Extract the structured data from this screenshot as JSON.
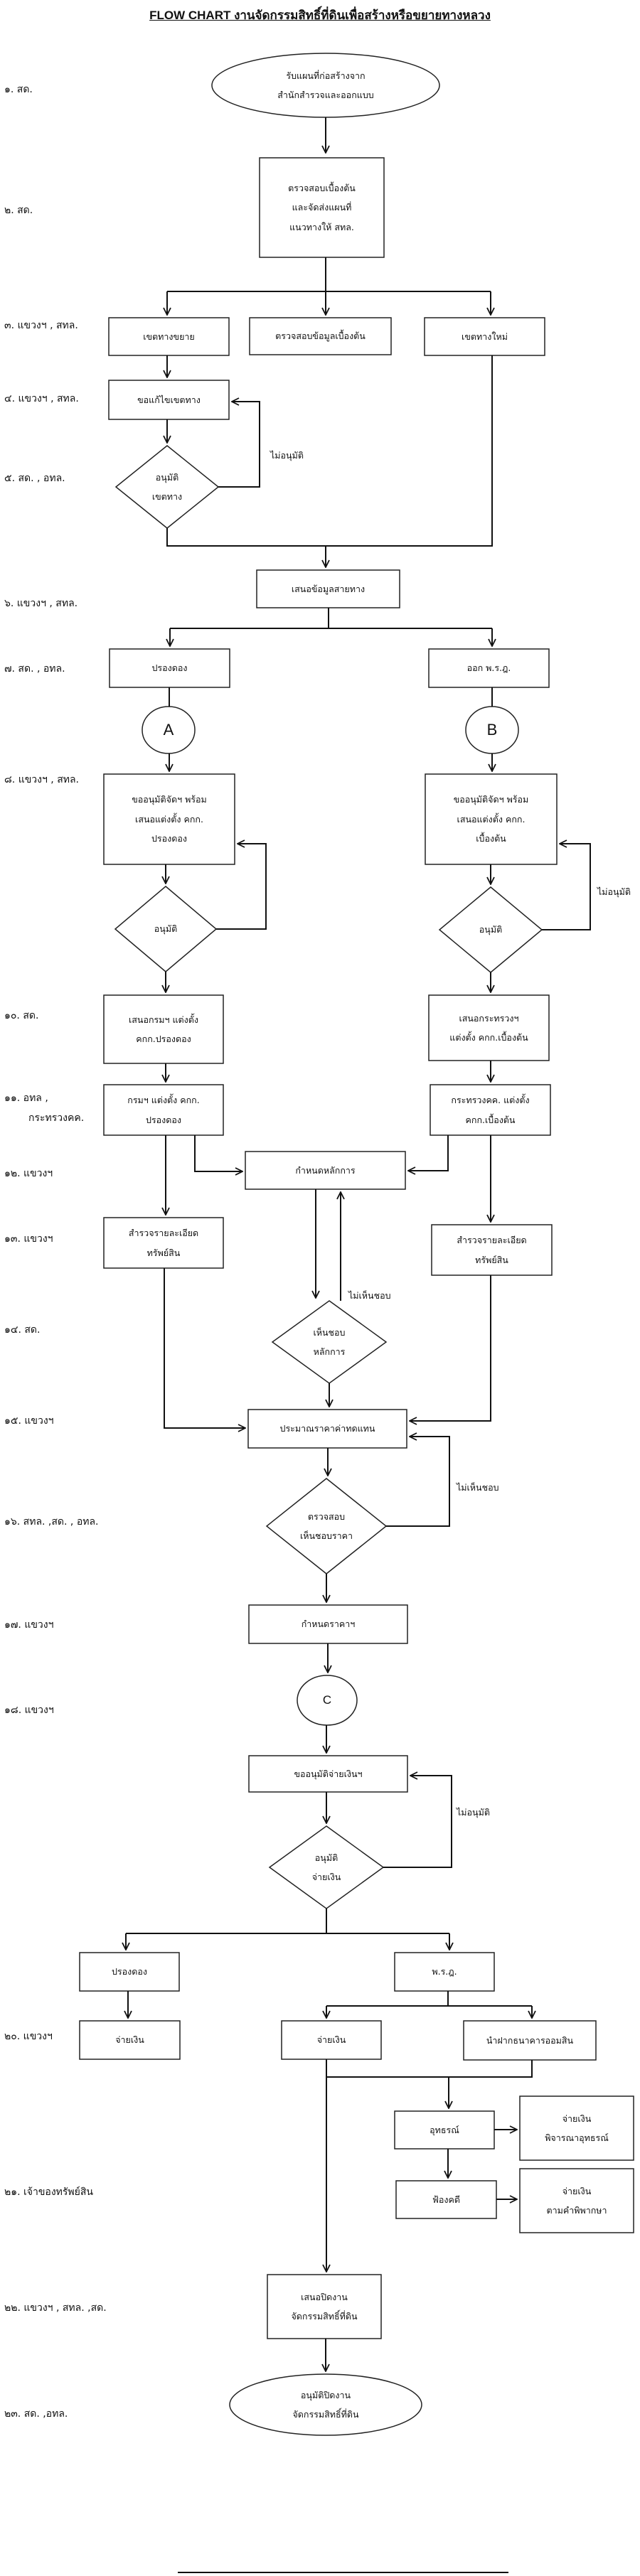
{
  "title": "FLOW CHART งานจัดกรรมสิทธิ์ที่ดินเพื่อสร้างหรือขยายทางหลวง",
  "steps": [
    {
      "label": "๑.  สด."
    },
    {
      "label": "๒. สด."
    },
    {
      "label": "๓. แขวงฯ , สทล."
    },
    {
      "label": "๔. แขวงฯ , สทล."
    },
    {
      "label": "๕. สด. , อทล."
    },
    {
      "label": "๖. แขวงฯ , สทล."
    },
    {
      "label": "๗. สด. , อทล."
    },
    {
      "label": "๘. แขวงฯ , สทล."
    },
    {
      "label": "๑๐. สด."
    },
    {
      "label": "๑๑. อทล ,"
    },
    {
      "label": "กระทรวงคค."
    },
    {
      "label": "๑๒. แขวงฯ"
    },
    {
      "label": "๑๓. แขวงฯ"
    },
    {
      "label": "๑๔. สด."
    },
    {
      "label": "๑๕. แขวงฯ"
    },
    {
      "label": "๑๖. สทล. ,สด. , อทล."
    },
    {
      "label": "๑๗. แขวงฯ"
    },
    {
      "label": "๑๘. แขวงฯ"
    },
    {
      "label": "๒๐. แขวงฯ"
    },
    {
      "label": "๒๑. เจ้าของทรัพย์สิน"
    },
    {
      "label": "๒๒. แขวงฯ , สทล. ,สด."
    },
    {
      "label": "๒๓. สด. ,อทล."
    }
  ],
  "nodes": {
    "start": [
      "รับแผนที่ก่อสร้างจาก",
      "สำนักสำรวจและออกแบบ"
    ],
    "initial_check": [
      "ตรวจสอบเบื้องต้น",
      "และจัดส่งแผนที่",
      "แนวทางให้ สทล."
    ],
    "expand_boundary": [
      "เขตทางขยาย"
    ],
    "verify_data": [
      "ตรวจสอบข้อมูลเบื้องต้น"
    ],
    "new_boundary": [
      "เขตทางใหม่"
    ],
    "fix_boundary": [
      "ขอแก้ไขเขตทาง"
    ],
    "approve_boundary": [
      "อนุมัติ",
      "เขตทาง"
    ],
    "propose_route": [
      "เสนอข้อมูลสายทาง"
    ],
    "reconcile": [
      "ปรองดอง"
    ],
    "royal_decree": [
      "ออก พ.ร.ฎ."
    ],
    "connector_a": [
      "A"
    ],
    "connector_b": [
      "B"
    ],
    "request_a": [
      "ขออนุมัติจัดฯ พร้อม",
      "เสนอแต่งตั้ง คกก.",
      "ปรองดอง"
    ],
    "request_b": [
      "ขออนุมัติจัดฯ พร้อม",
      "เสนอแต่งตั้ง คกก.",
      "เบื้องต้น"
    ],
    "approve_a": [
      "อนุมัติ"
    ],
    "approve_b": [
      "อนุมัติ"
    ],
    "propose_dept": [
      "เสนอกรมฯ แต่งตั้ง",
      "คกก.ปรองดอง"
    ],
    "propose_ministry": [
      "เสนอกระทรวงฯ",
      "แต่งตั้ง คกก.เบื้องต้น"
    ],
    "dept_appoint": [
      "กรมฯ แต่งตั้ง คกก.",
      "ปรองดอง"
    ],
    "ministry_appoint": [
      "กระทรวงคค. แต่งตั้ง",
      "คกก.เบื้องต้น"
    ],
    "set_principles": [
      "กำหนดหลักการ"
    ],
    "survey_a": [
      "สำรวจรายละเอียด",
      "ทรัพย์สิน"
    ],
    "survey_b": [
      "สำรวจรายละเอียด",
      "ทรัพย์สิน"
    ],
    "agree_principles": [
      "เห็นชอบ",
      "หลักการ"
    ],
    "estimate_price": [
      "ประมาณราคาค่าทดแทน"
    ],
    "check_price": [
      "ตรวจสอบ",
      "เห็นชอบราคา"
    ],
    "set_price": [
      "กำหนดราคาฯ"
    ],
    "connector_c": [
      "C"
    ],
    "request_payment": [
      "ขออนุมัติจ่ายเงินฯ"
    ],
    "approve_payment": [
      "อนุมัติ",
      "จ่ายเงิน"
    ],
    "pay_reconcile": [
      "ปรองดอง"
    ],
    "pay_decree": [
      "พ.ร.ฎ."
    ],
    "pay_a": [
      "จ่ายเงิน"
    ],
    "pay_b": [
      "จ่ายเงิน"
    ],
    "deposit_bank": [
      "นำฝากธนาคารออมสิน"
    ],
    "appeal": [
      "อุทธรณ์"
    ],
    "lawsuit": [
      "ฟ้องคดี"
    ],
    "pay_appeal": [
      "จ่ายเงิน",
      "พิจารณาอุทธรณ์"
    ],
    "pay_judgment": [
      "จ่ายเงิน",
      "ตามคำพิพากษา"
    ],
    "propose_close": [
      "เสนอปิดงาน",
      "จัดกรรมสิทธิ์ที่ดิน"
    ],
    "approve_close": [
      "อนุมัติปิดงาน",
      "จัดกรรมสิทธิ์ที่ดิน"
    ]
  },
  "edge_labels": {
    "reject_boundary": "ไม่อนุมัติ",
    "reject_b": "ไม่อนุมัติ",
    "disagree_principles": "ไม่เห็นชอบ",
    "disagree_price": "ไม่เห็นชอบ",
    "reject_payment": "ไม่อนุมัติ"
  }
}
